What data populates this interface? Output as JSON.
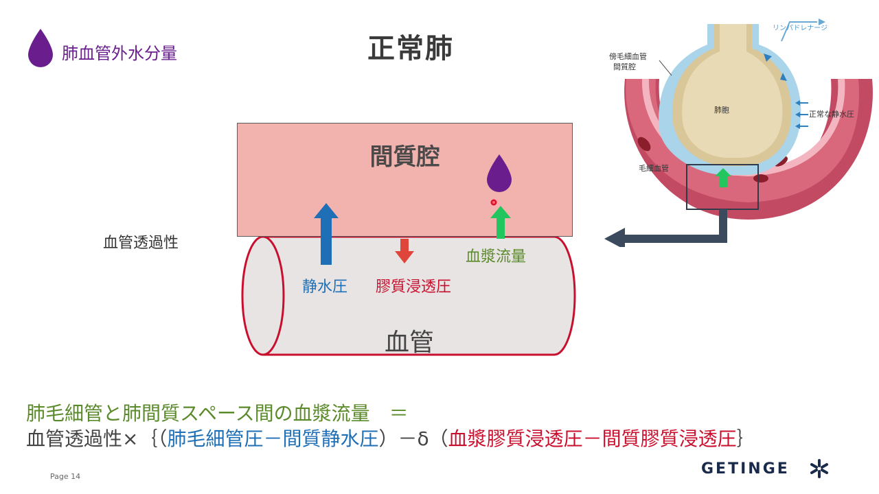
{
  "header": {
    "indicator_label": "肺血管外水分量",
    "title": "正常肺"
  },
  "diagram": {
    "interstitial_label": "間質腔",
    "vessel_label": "血管",
    "vascular_permeability_label": "血管透過性",
    "hydrostatic_label": "静水圧",
    "oncotic_label": "膠質浸透圧",
    "plasma_flow_label": "血漿流量"
  },
  "inset": {
    "lymph_label": "リンパドレナージ",
    "pericapillary_label_line1": "傍毛細血管",
    "pericapillary_label_line2": "間質腔",
    "alveolus_label": "肺胞",
    "normal_pressure_label": "正常な静水圧",
    "capillary_label": "毛細血管"
  },
  "formula": {
    "line1": "肺毛細管と肺間質スペース間の血漿流量　＝",
    "line2_prefix": "血管透過性×｛（",
    "line2_blue": "肺毛細管圧－間質静水圧",
    "line2_middle": "）－δ（",
    "line2_red": "血漿膠質浸透圧－間質膠質浸透圧",
    "line2_suffix": "｝"
  },
  "footer": {
    "page": "Page 14",
    "logo": "GETINGE"
  },
  "colors": {
    "purple": "#6a1e8e",
    "blue": "#1e6fb5",
    "red": "#c8102e",
    "green": "#5a8a2a",
    "interstitial": "#f2b2ae"
  }
}
